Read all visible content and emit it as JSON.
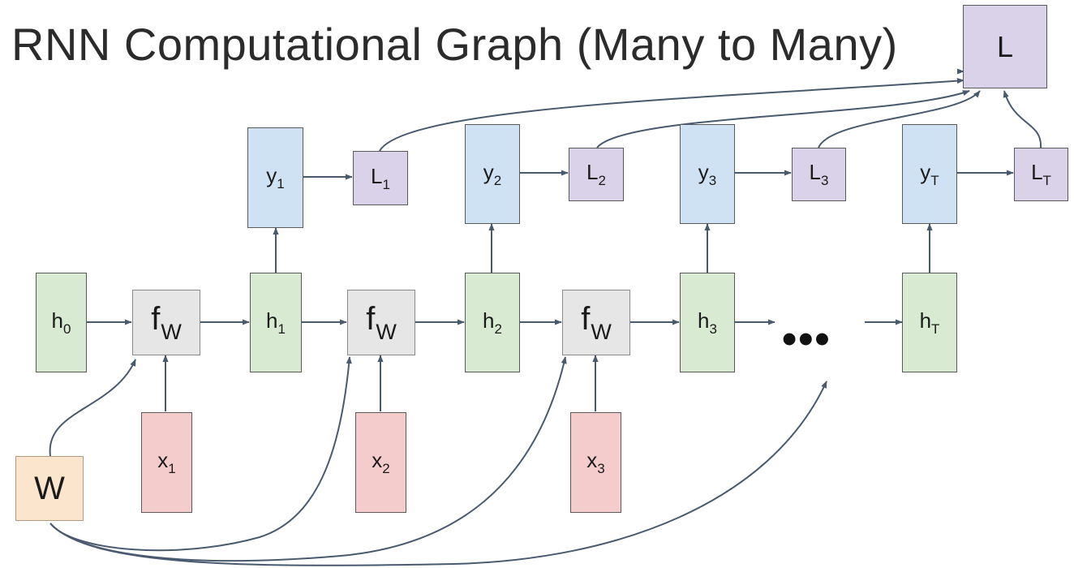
{
  "title": "RNN Computational Graph (Many to Many)",
  "nodes": {
    "h0": {
      "main": "h",
      "sub": "0"
    },
    "h1": {
      "main": "h",
      "sub": "1"
    },
    "h2": {
      "main": "h",
      "sub": "2"
    },
    "h3": {
      "main": "h",
      "sub": "3"
    },
    "hT": {
      "main": "h",
      "sub": "T"
    },
    "fw1": {
      "main": "f",
      "sub": "W"
    },
    "fw2": {
      "main": "f",
      "sub": "W"
    },
    "fw3": {
      "main": "f",
      "sub": "W"
    },
    "x1": {
      "main": "x",
      "sub": "1"
    },
    "x2": {
      "main": "x",
      "sub": "2"
    },
    "x3": {
      "main": "x",
      "sub": "3"
    },
    "y1": {
      "main": "y",
      "sub": "1"
    },
    "y2": {
      "main": "y",
      "sub": "2"
    },
    "y3": {
      "main": "y",
      "sub": "3"
    },
    "yT": {
      "main": "y",
      "sub": "T"
    },
    "L1": {
      "main": "L",
      "sub": "1"
    },
    "L2": {
      "main": "L",
      "sub": "2"
    },
    "L3": {
      "main": "L",
      "sub": "3"
    },
    "LT": {
      "main": "L",
      "sub": "T"
    },
    "L": {
      "main": "L"
    },
    "W": {
      "main": "W"
    }
  },
  "ellipsis": "•••",
  "colors": {
    "hidden": "#d9ead3",
    "output": "#cfe2f3",
    "loss": "#d9d2e9",
    "function": "#e6e6e6",
    "input": "#f4cccc",
    "weights": "#fce5cd",
    "arrow": "#4a5a6e"
  }
}
